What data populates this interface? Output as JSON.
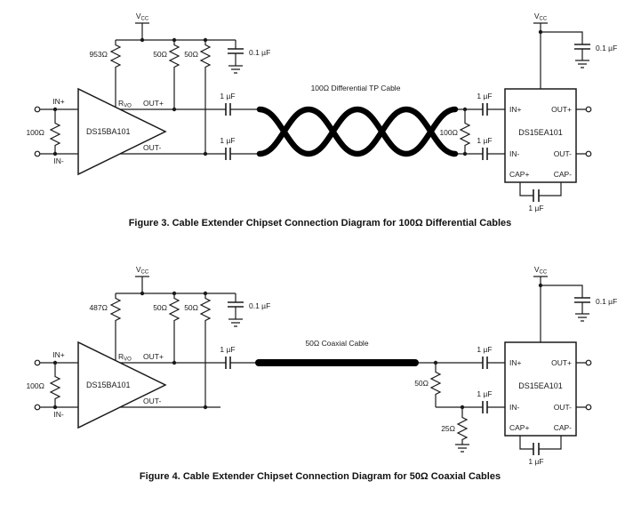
{
  "shared": {
    "vcc_main": "V",
    "vcc_sub": "CC",
    "rvo_main": "R",
    "rvo_sub": "VO"
  },
  "fig3": {
    "caption": "Figure 3.  Cable Extender Chipset Connection Diagram for 100Ω Differential Cables",
    "cable_label": "100Ω Differential TP Cable",
    "driver": {
      "name": "DS15BA101",
      "in_plus": "IN+",
      "in_minus": "IN-",
      "out_plus": "OUT+",
      "out_minus": "OUT-"
    },
    "receiver": {
      "name": "DS15EA101",
      "in_plus": "IN+",
      "in_minus": "IN-",
      "out_plus": "OUT+",
      "out_minus": "OUT-",
      "cap_plus": "CAP+",
      "cap_minus": "CAP-"
    },
    "resistors": {
      "gain": "953Ω",
      "out1": "50Ω",
      "out2": "50Ω",
      "input": "100Ω",
      "term": "100Ω"
    },
    "caps": {
      "bypass_left": "0.1 µF",
      "bypass_right": "0.1 µF",
      "couple_top": "1 µF",
      "couple_bottom": "1 µF",
      "in_top": "1 µF",
      "in_bottom": "1 µF",
      "pump": "1 µF"
    }
  },
  "fig4": {
    "caption": "Figure 4.  Cable Extender Chipset Connection Diagram for 50Ω Coaxial Cables",
    "cable_label": "50Ω Coaxial Cable",
    "driver": {
      "name": "DS15BA101",
      "in_plus": "IN+",
      "in_minus": "IN-",
      "out_plus": "OUT+",
      "out_minus": "OUT-"
    },
    "receiver": {
      "name": "DS15EA101",
      "in_plus": "IN+",
      "in_minus": "IN-",
      "out_plus": "OUT+",
      "out_minus": "OUT-",
      "cap_plus": "CAP+",
      "cap_minus": "CAP-"
    },
    "resistors": {
      "gain": "487Ω",
      "out1": "50Ω",
      "out2": "50Ω",
      "input": "100Ω",
      "term": "50Ω",
      "bias": "25Ω"
    },
    "caps": {
      "bypass_left": "0.1 µF",
      "bypass_right": "0.1 µF",
      "couple_top": "1 µF",
      "in_top": "1 µF",
      "in_bottom": "1 µF",
      "pump": "1 µF"
    }
  }
}
